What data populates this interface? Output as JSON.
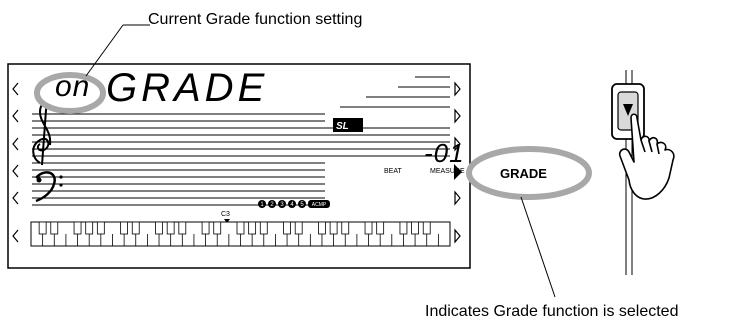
{
  "captions": {
    "top": "Current Grade function setting",
    "bottom": "Indicates Grade function is selected"
  },
  "display": {
    "setting_value": "on",
    "function_name": "GRADE",
    "beat_label": "BEAT",
    "measure_label": "MEASURE",
    "measure_value": "-01",
    "key_label": "C3",
    "indicator_label": "GRADE",
    "part_indicators": [
      "1",
      "2",
      "3",
      "4",
      "5",
      "ACMP"
    ]
  },
  "colors": {
    "highlight_ellipse": "#a8a8a8",
    "outline": "#000000",
    "button_fill": "#d9d9d9"
  },
  "icons": [
    "treble-clef-icon",
    "bass-clef-icon",
    "right-arrow-icon",
    "hand-pointer-icon",
    "down-arrow-icon"
  ]
}
